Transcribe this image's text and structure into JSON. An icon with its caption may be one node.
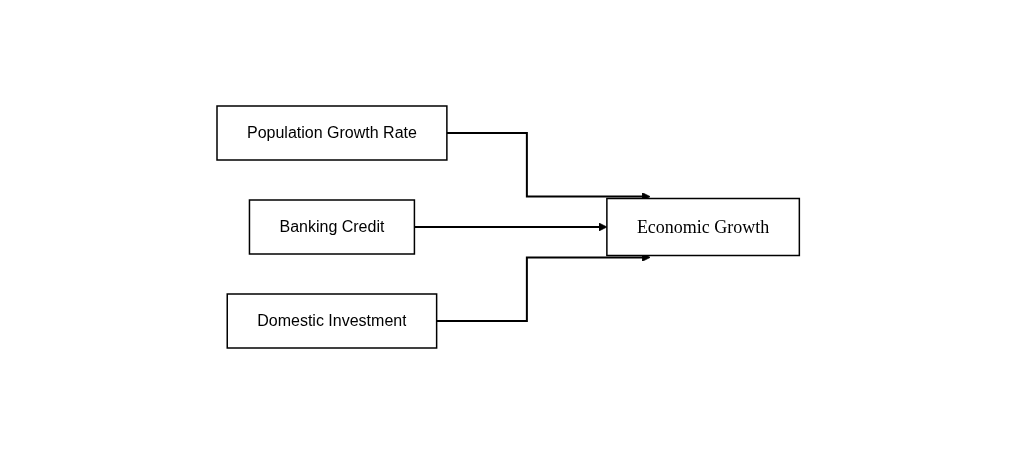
{
  "diagram": {
    "nodes": [
      {
        "text": [
          "Population Growth Rate"
        ]
      },
      {
        "text": [
          "Banking Credit"
        ]
      },
      {
        "text": [
          "Domestic Investment"
        ]
      },
      {
        "text": [
          "Economic Growth"
        ]
      }
    ],
    "edges": [
      {
        "from": 0,
        "to": 3,
        "arrow": "to"
      },
      {
        "from": 1,
        "to": 3,
        "arrow": "to"
      },
      {
        "from": 2,
        "to": 3,
        "arrow": "to"
      }
    ]
  }
}
